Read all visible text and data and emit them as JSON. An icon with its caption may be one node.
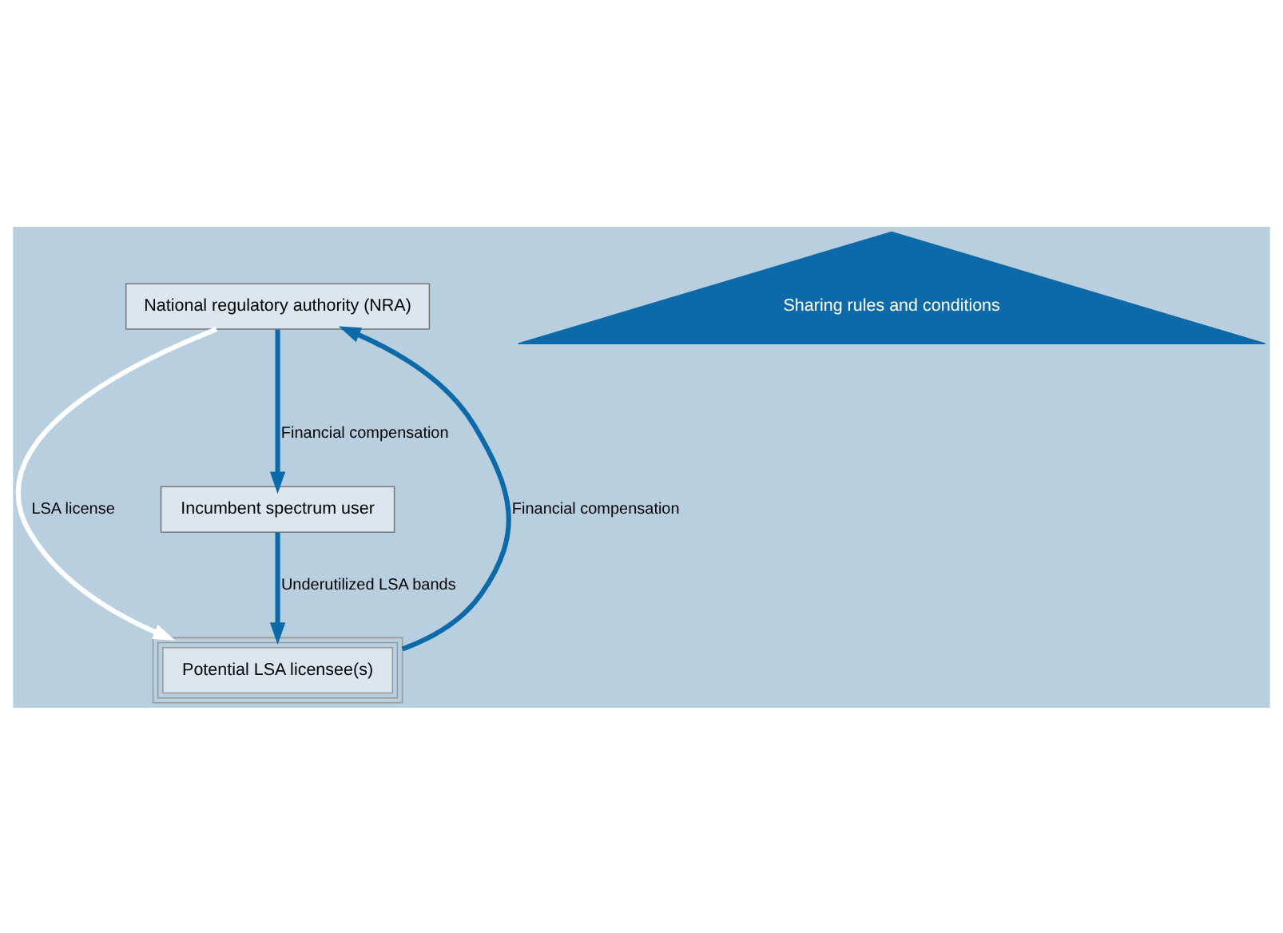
{
  "diagram": {
    "nodes": [
      {
        "text": [
          "National regulatory authority (NRA)"
        ]
      },
      {
        "text": [
          "Potential LSA licensee(s)"
        ]
      },
      {
        "text": [
          "Incumbent spectrum user"
        ]
      },
      {
        "text": [
          "Sharing rules and conditions"
        ]
      }
    ],
    "edges": [
      {
        "from": 1,
        "to": 0,
        "arrow": "to",
        "label": "Financial compensation"
      },
      {
        "from": 0,
        "to": 2,
        "arrow": "to",
        "label": "Financial compensation"
      },
      {
        "from": 0,
        "to": 1,
        "arrow": "to",
        "label": "LSA license",
        "color": "#ffffff"
      },
      {
        "from": 2,
        "to": 1,
        "arrow": "to",
        "label": "Underutilized LSA bands"
      }
    ]
  }
}
